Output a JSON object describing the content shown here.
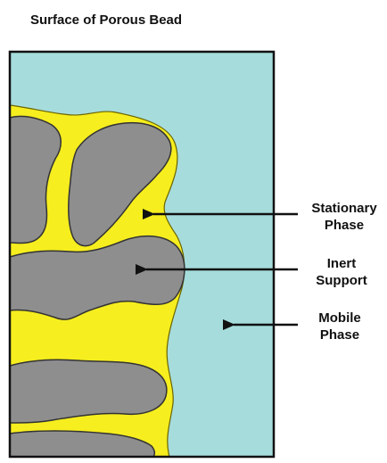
{
  "title": "Surface of Porous Bead",
  "labels": {
    "stationary": [
      "Stationary",
      "Phase"
    ],
    "inert": [
      "Inert",
      "Support"
    ],
    "mobile": [
      "Mobile",
      "Phase"
    ]
  },
  "colors": {
    "mobile_phase": "#a6dcdc",
    "stationary_phase": "#f6ee1e",
    "inert_support": "#8e8e8e",
    "outline": "#111111"
  }
}
